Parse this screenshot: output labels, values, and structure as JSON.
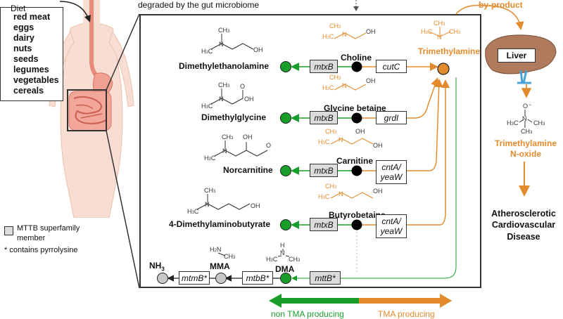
{
  "header": {
    "diet_label": "Diet",
    "degraded_caption": "degraded by the gut microbiome",
    "byproduct_label": "by-product"
  },
  "diet_items": [
    "red meat",
    "eggs",
    "dairy",
    "nuts",
    "seeds",
    "legumes",
    "vegetables",
    "cereals"
  ],
  "pathways": {
    "choline": {
      "substrate": "Choline",
      "product": "Dimethylethanolamine",
      "mttb_gene": "mtxB",
      "tma_gene": "cutC"
    },
    "glycine": {
      "substrate": "Glycine betaine",
      "product": "Dimethylglycine",
      "mttb_gene": "mtxB",
      "tma_gene": "grdI"
    },
    "carnitine": {
      "substrate": "Carnitine",
      "product": "Norcarnitine",
      "mttb_gene": "mtxB",
      "tma_gene_1": "cntA/",
      "tma_gene_2": "yeaW"
    },
    "butyro": {
      "substrate": "Butyrobetaine",
      "product": "4-Dimethylaminobutyrate",
      "mttb_gene": "mtxB",
      "tma_gene_1": "cntA/",
      "tma_gene_2": "yeaW"
    }
  },
  "methylamines": {
    "nh3": "NH3",
    "mma": "MMA",
    "dma": "DMA",
    "mtmb": "mtmB*",
    "mtbb": "mtbB*",
    "mttb": "mttB*"
  },
  "tma_label": "Trimethylamine",
  "liver_label": "Liver",
  "tmao_line1": "Trimethylamine",
  "tmao_line2": "N-oxide",
  "disease_line1": "Atherosclerotic",
  "disease_line2": "Cardiovascular",
  "disease_line3": "Disease",
  "legend": {
    "line1": "MTTB superfamily",
    "line2": "member",
    "star": "* contains pyrrolysine"
  },
  "bottom_bar": {
    "left": "non TMA producing",
    "right": "TMA producing"
  },
  "colors": {
    "green": "#1a9e2a",
    "orange": "#e38b2c",
    "black": "#000000",
    "gray": "#c8c8c8"
  }
}
